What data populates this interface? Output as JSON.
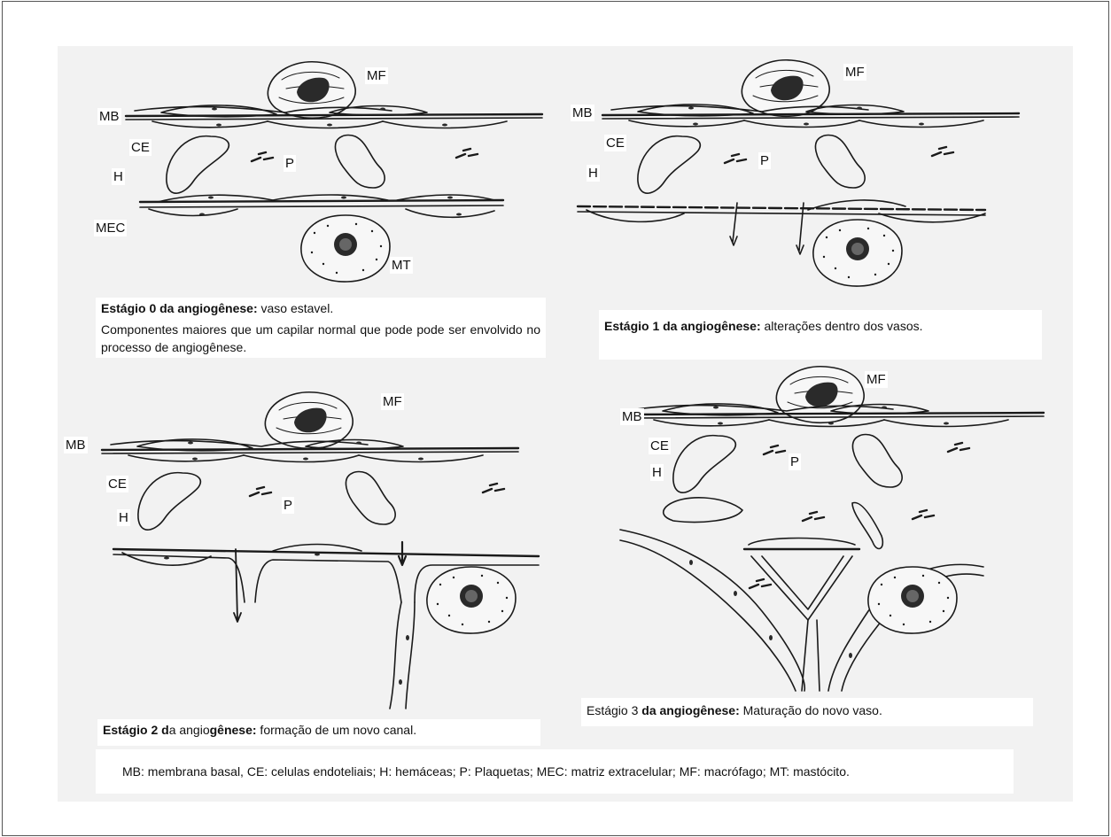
{
  "labels": {
    "mb": "MB",
    "ce": "CE",
    "h": "H",
    "p": "P",
    "mec": "MEC",
    "mf": "MF",
    "mt": "MT"
  },
  "captions": {
    "stage0_bold": "Estágio 0 da angiogênese:",
    "stage0_text": " vaso estavel.",
    "stage0_line2": "Componentes maiores que um capilar normal que pode pode ser envolvido no processo de angiogênese.",
    "stage1_bold": "Estágio 1 da angiogênese:",
    "stage1_text": " alterações dentro dos vasos.",
    "stage2_bold1": "Estágio 2 d",
    "stage2_plain1": "a angio",
    "stage2_bold2": "gênese:",
    "stage2_text": " formação de um novo canal.",
    "stage3_plain": "Estágio 3 ",
    "stage3_bold": "da angiogênese:",
    "stage3_text": " Maturação do novo vaso."
  },
  "legend": "MB: membrana basal, CE: celulas endoteliais; H: hemáceas; P: Plaquetas; MEC: matriz extracelular; MF: macrófago; MT: mastócito."
}
